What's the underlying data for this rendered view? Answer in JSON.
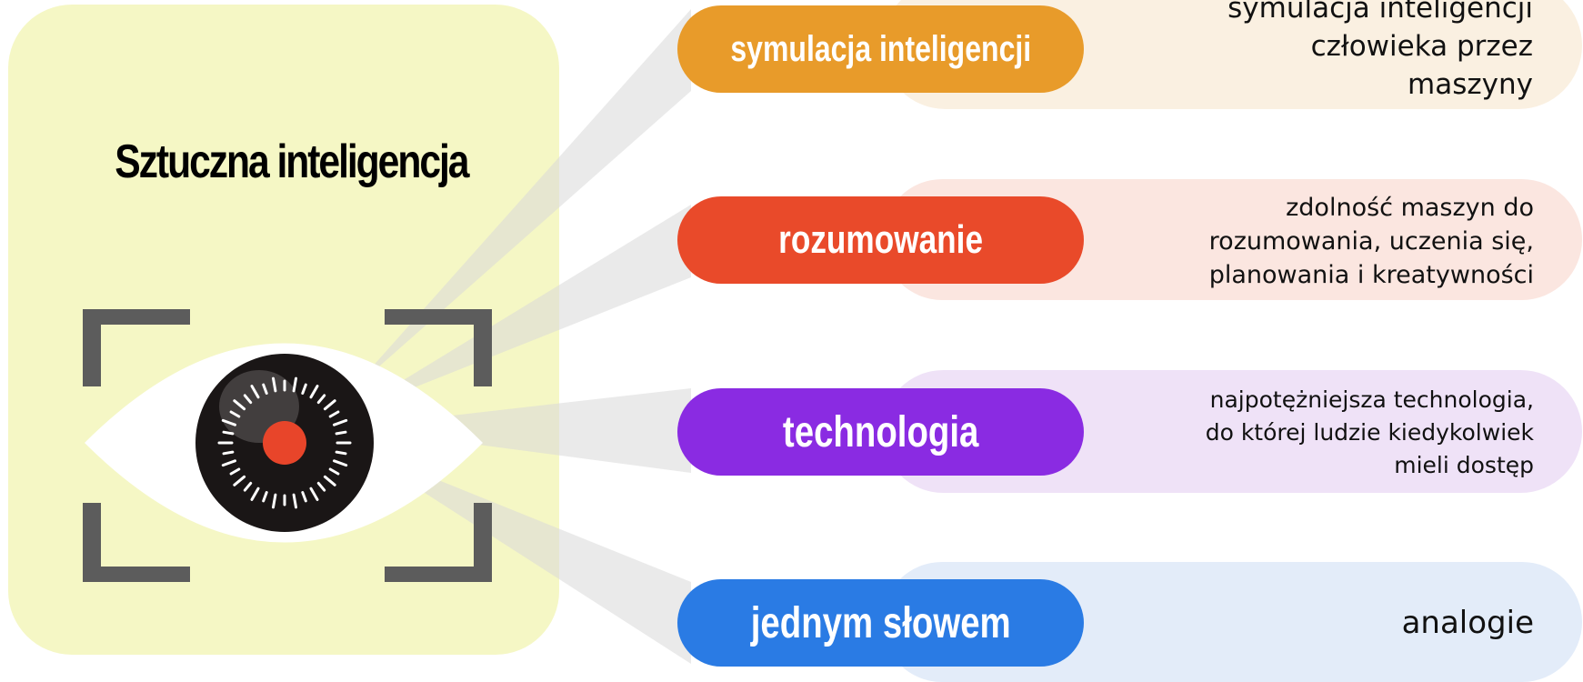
{
  "title": "Sztuczna inteligencja",
  "colors": {
    "panel": "#f5f7c5",
    "ray": "#d9d9d9",
    "bracket": "#5c5c5c",
    "iris": "#1a1616",
    "pupil": "#e8452a"
  },
  "items": [
    {
      "label": "symulacja inteligencji",
      "desc_lines": [
        "symulacja inteligencji",
        "człowieka przez",
        "maszyny"
      ],
      "color": "#e89b2a",
      "bg": "#faf0e1"
    },
    {
      "label": "rozumowanie",
      "desc_lines": [
        "zdolność maszyn do",
        "rozumowania, uczenia się,",
        "planowania i kreatywności"
      ],
      "color": "#e94a2a",
      "bg": "#fbe6e0"
    },
    {
      "label": "technologia",
      "desc_lines": [
        "najpotężniejsza technologia,",
        "do której ludzie kiedykolwiek",
        "mieli dostęp"
      ],
      "color": "#8a2be2",
      "bg": "#efe2f7"
    },
    {
      "label": "jednym słowem",
      "desc_lines": [
        "analogie"
      ],
      "color": "#2a7be4",
      "bg": "#e3ecf9"
    }
  ]
}
